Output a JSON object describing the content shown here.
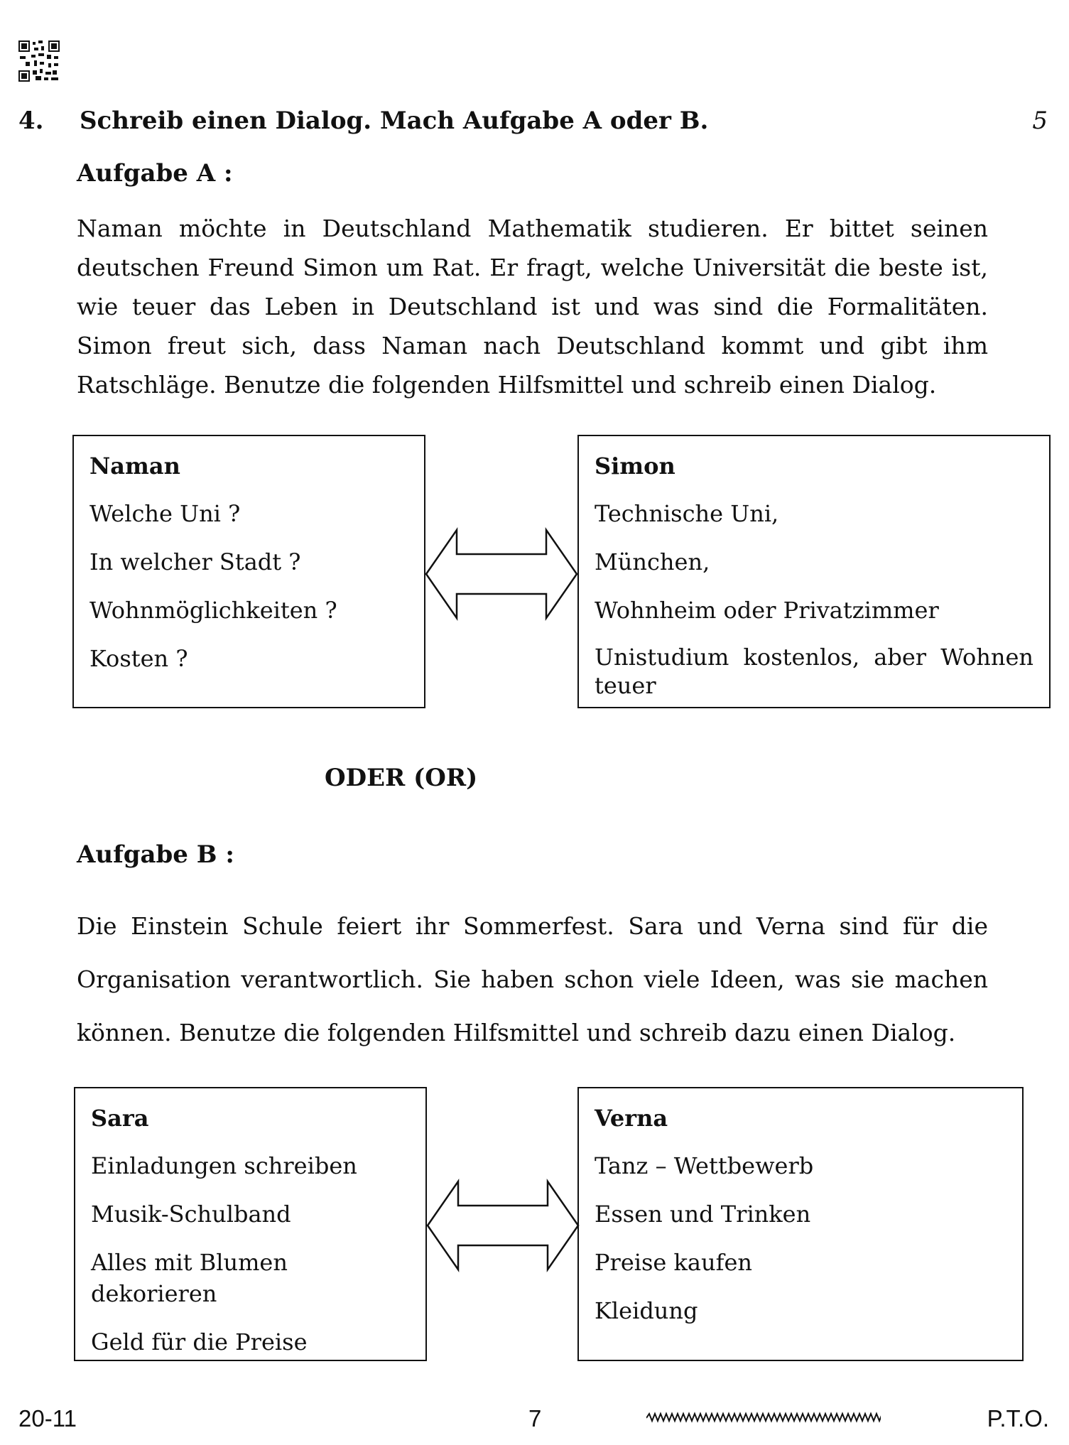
{
  "question": {
    "number": "4.",
    "title": "Schreib einen Dialog. Mach Aufgabe A oder B.",
    "marks": "5"
  },
  "aufgabe_a": {
    "heading": "Aufgabe A :",
    "text": "Naman möchte in Deutschland Mathematik studieren. Er bittet seinen deutschen Freund Simon um Rat. Er fragt, welche Universität die beste ist, wie teuer das Leben in Deutschland ist und was sind die Formalitäten. Simon freut sich, dass Naman nach Deutschland kommt und gibt ihm Ratschläge. Benutze die folgenden Hilfsmittel und schreib einen Dialog.",
    "left_box": {
      "name": "Naman",
      "items": [
        "Welche Uni ?",
        "In welcher Stadt ?",
        "Wohnmöglichkeiten ?",
        "Kosten ?"
      ]
    },
    "right_box": {
      "name": "Simon",
      "items": [
        "Technische Uni,",
        "München,",
        "Wohnheim oder Privatzimmer",
        "Unistudium kostenlos, aber Wohnen teuer"
      ]
    }
  },
  "oder": "ODER (OR)",
  "aufgabe_b": {
    "heading": "Aufgabe B :",
    "text": "Die Einstein Schule feiert ihr Sommerfest. Sara und Verna sind für die Organisation verantwortlich. Sie haben schon viele Ideen, was sie machen können. Benutze die folgenden Hilfsmittel und schreib dazu einen Dialog.",
    "left_box": {
      "name": "Sara",
      "items": [
        "Einladungen schreiben",
        "Musik-Schulband",
        "Alles mit Blumen dekorieren",
        "Geld für die Preise"
      ]
    },
    "right_box": {
      "name": "Verna",
      "items": [
        "Tanz – Wettbewerb",
        "Essen und Trinken",
        "Preise kaufen",
        "Kleidung"
      ]
    }
  },
  "footer": {
    "code": "20-11",
    "page": "7",
    "pto": "P.T.O."
  }
}
